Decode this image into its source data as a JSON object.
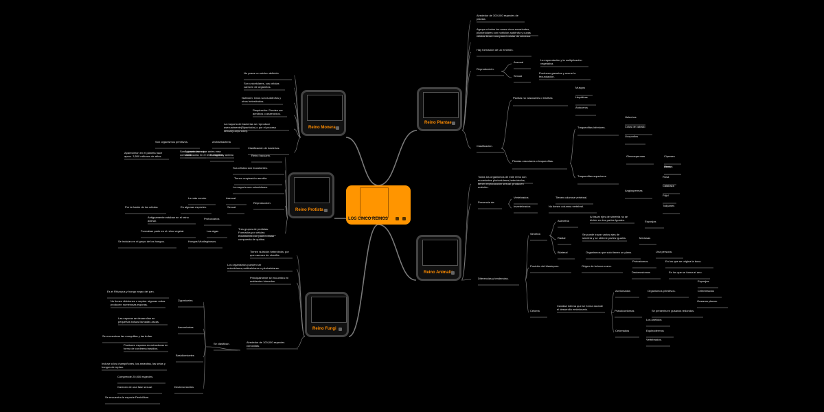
{
  "root": {
    "title": "LOS CINCO REINOS"
  },
  "kingdoms": {
    "monera": "Reino Monera",
    "protista": "Reino Protista",
    "fungi": "Reino Fungi",
    "plantae": "Reino Plantae",
    "animalia": "Reino Animalia"
  },
  "texts": {
    "m1": "No posee un núcleo definido",
    "m2": "Son unicelulares, sus células carecen de organelos.",
    "m3": "Nutrición: Unos son Autótrofos y otros heterótrofos.",
    "m4": "Respiración: Pueden ser aerobios o anaerobios.",
    "m5": "La mayoría de bacterias se reproduce asexualmente(Bipartición) o por el proceso sexual(Conjunción).",
    "m6": "Clasificación de bacterias.",
    "m7": "Archaebacteria",
    "m8": "Son organismos primitivos.",
    "m9": "Son la bacterias más comunes.",
    "m10": "Aparecieron en el planeta hace aprox. 3,500 millones de años.",
    "m11": "Eubacteria",
    "m12": "Algunas viven que antes eran clasificadas en el reino vegetal y animal.",
    "p1": "Reino bacuarin.",
    "p2": "Sus células son eucariontes.",
    "p3": "Tienen respiración aerobia.",
    "p4": "La mayoría son unicelulares.",
    "p5": "Reproducción.",
    "p6": "Asexual.",
    "p7": "La más común.",
    "p8": "Sexual.",
    "p9": "En algunas especies.",
    "p10": "Por la fusión de los células",
    "p11": "Tres grupos de protistas. Formados por células eucariontes con pared celular compuesta de quitina.",
    "p12": "Protozoarios",
    "p13": "Antiguamente estaban en el reino animal.",
    "p14": "Las algas",
    "p15": "Formaban parte en el reino vegetal.",
    "p16": "Hongos Mucilaginosos.",
    "p17": "Se incluian en el grupo de los hongos.",
    "f1": "Tienen nutrición heterótrofa, por que carecen de clorofila.",
    "f2": "Los organismos pueden ser unicelulares,multicelulares o pluricelulares.",
    "f3": "Principalmente se encuentra en ambientes húmedos.",
    "f4": "Alrededor de 100,000 especies conocidas.",
    "f5": "Se clasifican.",
    "f6": "Zigomicetes",
    "f7": "Es el Rhizopus y hongo negro del pan.",
    "f8": "No tienen divisiones o septos. algunas ordas producen numerosas esporas.",
    "f9": "Ascomicetes",
    "f10": "Las esporas se desarrollan en pequeñas bolsas llamadas ascas.",
    "f11": "Se encuentran las morquillas y las trufas.",
    "f12": "Basidiomicetes",
    "f13": "Producen esporas en estructuras en forma de cordeena:basidios.",
    "f14": "Incluye a los champiñones, las amanitas, las setas y hongos de repisa.",
    "f15": "Deuteromicetes",
    "f16": "Comprende 20,000 especies.",
    "f17": "Carecen de una fase sexual.",
    "f18": "Se encuentra la especie Penicillium.",
    "pl1": "Alrededor de 300,000 especies de plantas",
    "pl2": "Agrupa a todos los seres vivos eucariontes, pluricelulares con nutrición autótrofa y cuyas células tienen una pared celular de celulosa.",
    "pl3": "Hay formación de un embrión.",
    "pl4": "Reproducción.",
    "pl5": "Asexual",
    "pl6": "La esporulación y la multiplicación vegetativa.",
    "pl7": "Sexual",
    "pl8": "Producen gametos y ocurre la fecundación.",
    "pl9": "Clasificación.",
    "pl10": "Plantas no vasculares o briofitas",
    "pl11": "Musgos",
    "pl12": "Hepáticas",
    "pl13": "Antoceros",
    "pl14": "Plantas vasculares o traqueofitas.",
    "pl15": "Traqueofitas inferiores.",
    "pl16": "Helechos",
    "pl17": "Colas de caballo",
    "pl18": "Licopodios",
    "pl19": "Traqueofitas superiores",
    "pl20": "Gimnospermas",
    "pl21": "Pinos",
    "pl22": "Cipreses",
    "pl23": "Abetos",
    "pl24": "Angiospermas",
    "pl25": "Rosa",
    "pl26": "Calabaza",
    "pl27": "Frijol",
    "pl28": "Tulipanes",
    "a1": "Todos los organismos de este reino son eucariontes pluricelulares,heterótrofos, tienen reproducción sexual, producen embrión.",
    "a2": "Presencia de:",
    "a3": "Vertebrados",
    "a4": "Tienen columna vertebral.",
    "a5": "Invertebrados",
    "a6": "No tienen columna vertebral.",
    "a7": "Diferencias y tendencias.",
    "a8": "Simetría",
    "a9": "Asimetría",
    "a10": "Al trazar ejes de simetría no se divide en dos partes Iguales.",
    "a11": "Esponjas",
    "a12": "Radial",
    "a13": "Se puede trazar varios ejes de simetría y se obtiene partes iguales.",
    "a14": "Medusas",
    "a15": "Bilateral",
    "a16": "Organismos que solo tienen un plano.",
    "a17": "Una persona.",
    "a18": "Posición del blastoporo.",
    "a19": "Origen de la boca o ano.",
    "a20": "Protostomos",
    "a21": "En los que se origina la boca.",
    "a22": "Deuterostomos",
    "a23": "En los que se forma el ano.",
    "a24": "Celoma",
    "a25": "Cavidad interna que se forma durante el desarrollo embrionario.",
    "a26": "Acelomados",
    "a27": "Organismos primitivos.",
    "a28": "Esponjas",
    "a29": "Celenterados",
    "a30": "Gusanos planos.",
    "a31": "Pseudocelomas",
    "a32": "Se presenta en gusanos redondos.",
    "a33": "Celomados",
    "a34": "Los anélidos",
    "a35": "Equinodermos",
    "a36": "Vertebrados."
  },
  "colors": {
    "background": "#000000",
    "root": "#ff9500",
    "accent": "#ff8c00",
    "line": "#7a7a7a",
    "text": "#e6e6e6"
  }
}
